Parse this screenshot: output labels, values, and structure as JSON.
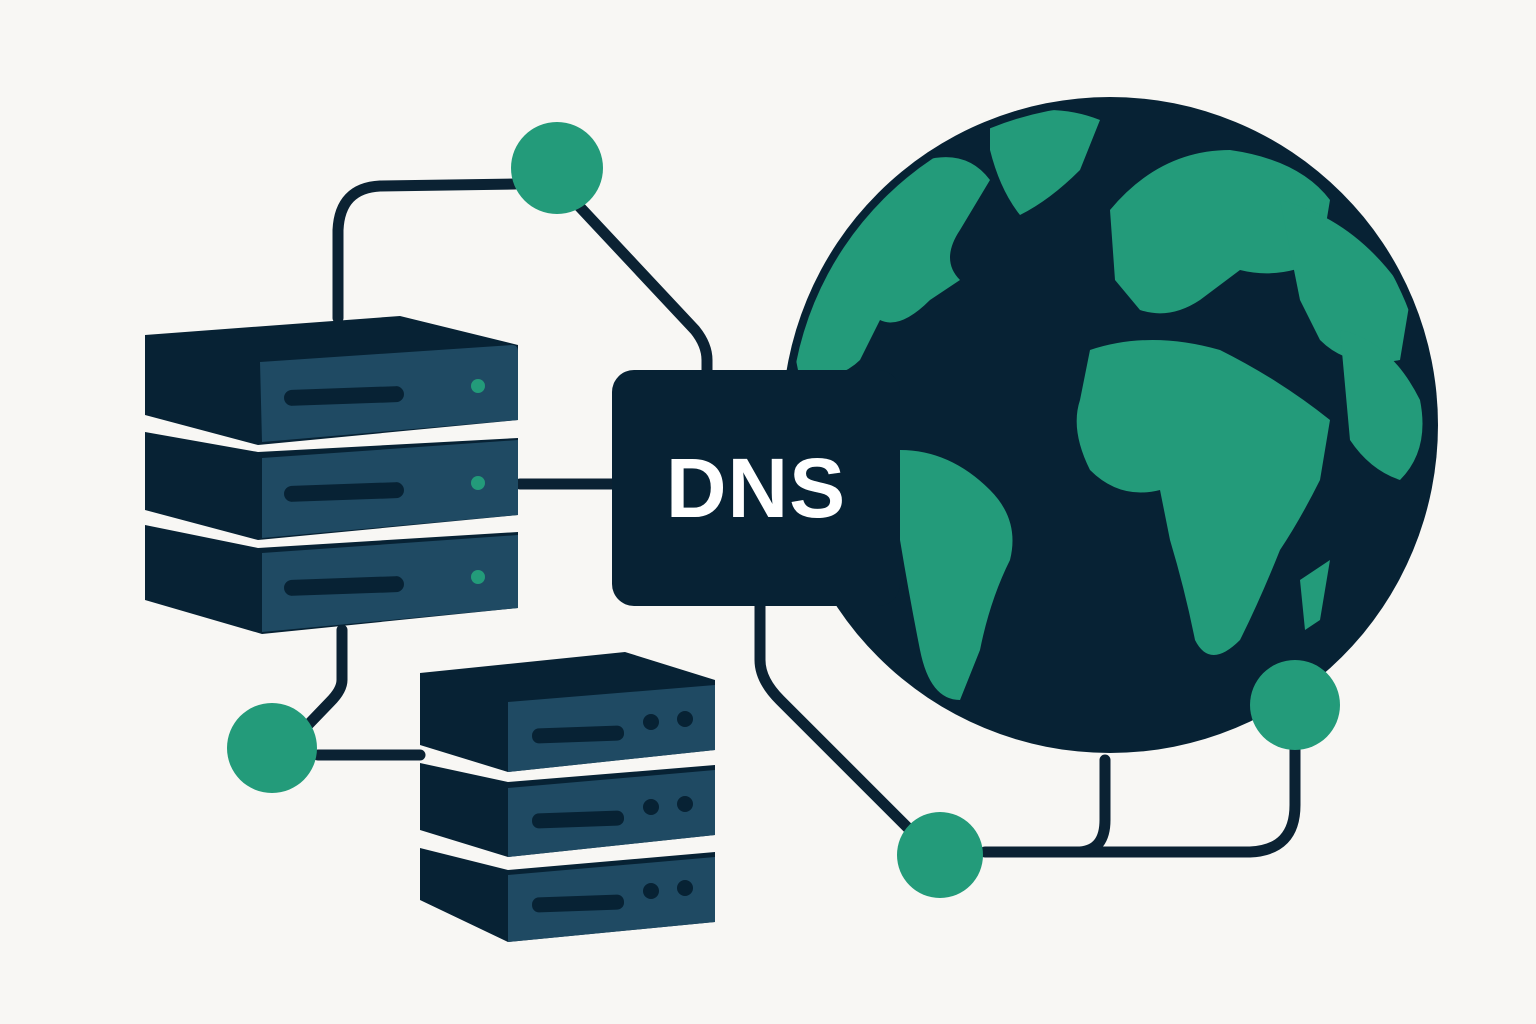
{
  "diagram": {
    "title": "DNS",
    "center_label": "DNS",
    "colors": {
      "background": "#f8f7f4",
      "dark": "#072234",
      "server_face": "#1f4a63",
      "accent_green": "#239b7a",
      "text": "#ffffff"
    },
    "nodes": [
      {
        "id": "server-stack-left",
        "type": "server-stack",
        "units": 3,
        "indicator": "green-led"
      },
      {
        "id": "server-stack-bottom",
        "type": "server-stack",
        "units": 3,
        "indicator": "two-dots"
      },
      {
        "id": "dns-box",
        "type": "label-box",
        "label": "DNS"
      },
      {
        "id": "globe",
        "type": "globe"
      },
      {
        "id": "node-top",
        "type": "connector-node"
      },
      {
        "id": "node-left",
        "type": "connector-node"
      },
      {
        "id": "node-bottom",
        "type": "connector-node"
      },
      {
        "id": "node-right",
        "type": "connector-node"
      }
    ]
  }
}
